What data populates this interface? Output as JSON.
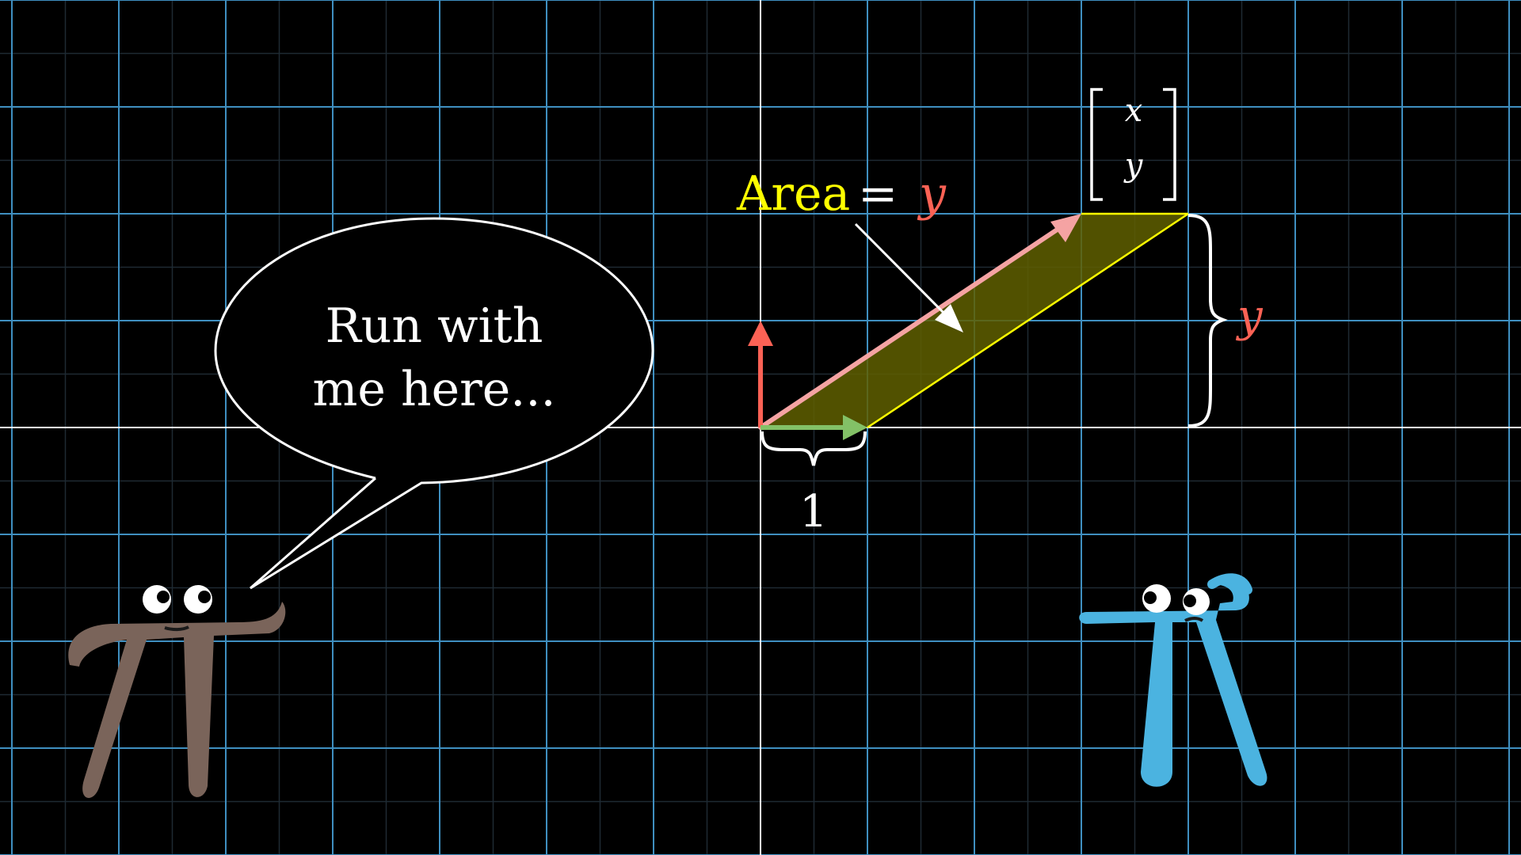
{
  "speech": {
    "line1": "Run with",
    "line2": "me here..."
  },
  "area_label": {
    "word": "Area",
    "equals": "=",
    "var": "y"
  },
  "vector_entries": {
    "top": "x",
    "bottom": "y"
  },
  "brace_labels": {
    "width": "1",
    "height": "y"
  },
  "colors": {
    "background": "#000000",
    "minor_grid": "#1e2a33",
    "major_grid": "#3f8fc0",
    "axis": "#ffffff",
    "i_hat": "#83c167",
    "j_hat": "#fc6255",
    "xy_vector": "#f5a3a3",
    "area_fill": "#6b6b00",
    "area_edge": "#ffff00",
    "area_text": "#ffff00",
    "y_text": "#fc6255",
    "pi_brown": "#7a645a",
    "pi_blue": "#4bb3e0"
  },
  "characters": [
    {
      "name": "brown-pi",
      "color": "brown"
    },
    {
      "name": "blue-pi",
      "color": "blue"
    }
  ]
}
